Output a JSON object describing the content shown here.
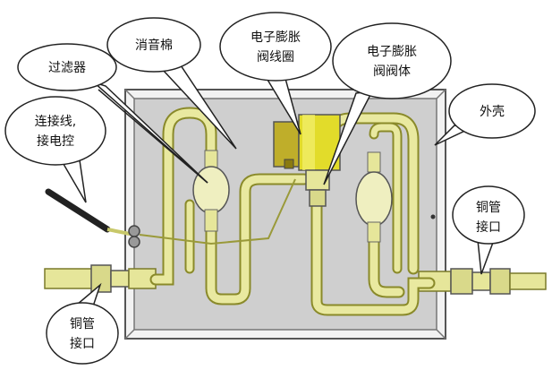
{
  "labels": {
    "filter": "过滤器",
    "muffler_cotton": "消音棉",
    "coil_line1": "电子膨胀",
    "coil_line2": "阀线圈",
    "valve_body_line1": "电子膨胀",
    "valve_body_line2": "阀阀体",
    "cable_line1": "连接线,",
    "cable_line2": "接电控",
    "housing": "外壳",
    "copper_port_right_line1": "铜管",
    "copper_port_right_line2": "接口",
    "copper_port_left_line1": "铜管",
    "copper_port_left_line2": "接口"
  },
  "colors": {
    "housing_fill": "#cfcfcf",
    "housing_frame": "#e8e8e8",
    "pipe": "#e6e69a",
    "pipe_dark": "#9a9a3a",
    "coil": "#e2dc2a",
    "coil_dark": "#8a7a10",
    "bubble_fill": "#ffffff",
    "bubble_stroke": "#222222",
    "cable": "#222222"
  }
}
